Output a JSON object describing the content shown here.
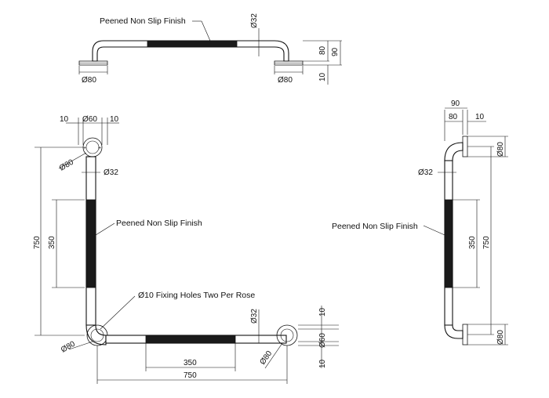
{
  "notes": {
    "peened_top": "Peened Non Slip Finish",
    "peened_left": "Peened Non Slip Finish",
    "peened_right": "Peened Non Slip Finish",
    "fixing_holes": "Ø10 Fixing Holes Two Per Rose"
  },
  "dims": {
    "top_dia_32": "Ø32",
    "top_80": "80",
    "top_90": "90",
    "top_10": "10",
    "top_rose_left": "Ø80",
    "top_rose_right": "Ø80",
    "front_10_left": "10",
    "front_dia_60": "Ø60",
    "front_10_right": "10",
    "front_rose_top": "Ø80",
    "front_dia_32_vert": "Ø32",
    "front_750_vert": "750",
    "front_350_vert": "350",
    "front_dia_32_horiz": "Ø32",
    "front_10_top": "10",
    "front_dia_60_right": "Ø60",
    "front_10_bottom": "10",
    "front_rose_bottom_left": "Ø80",
    "front_rose_bottom_right": "Ø80",
    "front_350_horiz": "350",
    "front_750_horiz": "750",
    "side_90": "90",
    "side_80": "80",
    "side_10": "10",
    "side_dia_32": "Ø32",
    "side_rose_top": "Ø80",
    "side_350": "350",
    "side_750": "750",
    "side_rose_bottom": "Ø80"
  }
}
